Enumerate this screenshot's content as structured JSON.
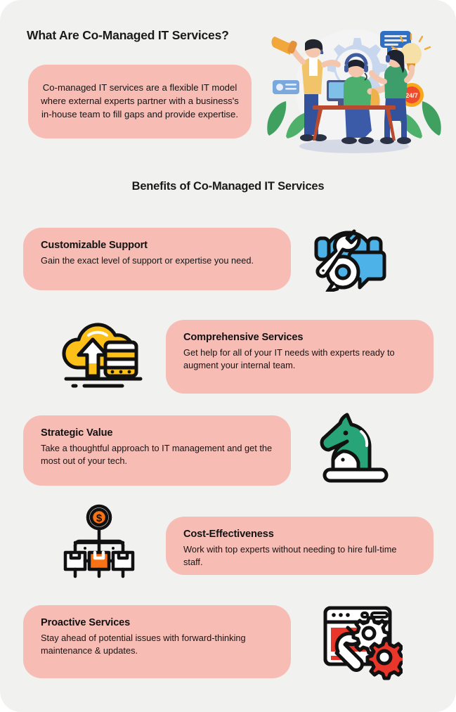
{
  "theme": {
    "background": "#f1f1f0",
    "card_pink": "#f7bdb5",
    "text_dark": "#141414",
    "accent_blue": "#4db2e8",
    "accent_yellow": "#fcc018",
    "accent_green": "#27a578",
    "accent_orange": "#f97316",
    "accent_red": "#e8362a"
  },
  "headings": {
    "main_title": "What Are Co-Managed IT Services?",
    "section_title": "Benefits of Co-Managed IT Services"
  },
  "hero": {
    "description": "Co-managed IT services are a flexible IT model where external experts partner with a business's in-house team to fill gaps and provide expertise.",
    "illustration": {
      "name": "it-team-collaboration-illustration",
      "elements": [
        "gear",
        "megaphone",
        "chat-bubble",
        "lightbulb",
        "24/7-badge",
        "id-card",
        "desktop-monitor",
        "plants",
        "three-people-with-headsets"
      ],
      "badge_label": "24/7"
    }
  },
  "benefits": [
    {
      "title": "Customizable Support",
      "description": "Gain the exact level of support or expertise you need.",
      "icon": "headset-wrench-support-icon",
      "icon_color": "#4db2e8",
      "layout": "text-left"
    },
    {
      "title": "Comprehensive Services",
      "description": "Get help for all of your IT needs with experts ready to augment your internal team.",
      "icon": "cloud-server-upload-icon",
      "icon_color": "#fcc018",
      "layout": "icon-left"
    },
    {
      "title": "Strategic Value",
      "description": "Take a thoughtful approach to IT management and get the most out of your tech.",
      "icon": "chess-knight-icon",
      "icon_color": "#27a578",
      "layout": "text-left"
    },
    {
      "title": "Cost-Effectiveness",
      "description": "Work with top experts without needing to hire full-time staff.",
      "icon": "org-chart-dollar-icon",
      "icon_color": "#f97316",
      "layout": "icon-left"
    },
    {
      "title": "Proactive Services",
      "description": "Stay ahead of potential issues with forward-thinking maintenance & updates.",
      "icon": "browser-wrench-gears-icon",
      "icon_color": "#e8362a",
      "layout": "text-left"
    }
  ]
}
